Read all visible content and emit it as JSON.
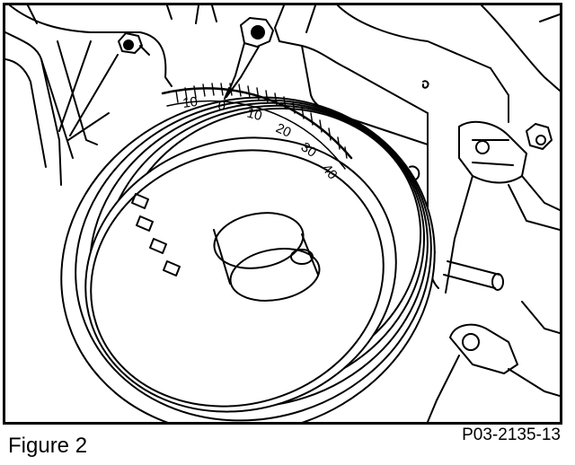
{
  "figure": {
    "caption": "Figure 2",
    "part_number": "P03-2135-13",
    "scale_labels": [
      "10",
      "0",
      "10",
      "20",
      "30",
      "40"
    ]
  },
  "colors": {
    "ink": "#000000",
    "paper": "#ffffff"
  },
  "icons": {
    "crank-pulley": "crankshaft-pulley-illustration",
    "pointer": "timing-pointer-illustration"
  }
}
